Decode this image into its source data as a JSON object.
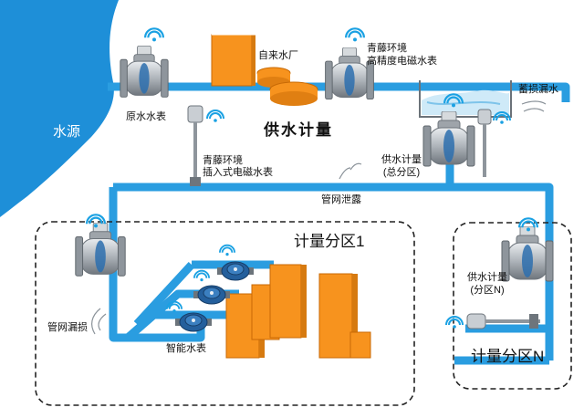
{
  "title": "供水计量",
  "labels": {
    "water_source": "水源",
    "raw_meter": "原水水表",
    "waterworks": "自来水厂",
    "hp_meter_1": "青藤环境",
    "hp_meter_2": "高精度电磁水表",
    "storage_loss": "蓄损漏水",
    "insert_meter_1": "青藤环境",
    "insert_meter_2": "插入式电磁水表",
    "supply_total_1": "供水计量",
    "supply_total_2": "(总分区)",
    "pipe_leak": "管网泄露",
    "zone1": "计量分区1",
    "pipe_loss": "管网漏损",
    "smart_meter": "智能水表",
    "supply_n_1": "供水计量",
    "supply_n_2": "(分区N)",
    "zoneN": "计量分区N"
  },
  "colors": {
    "river": "#1e8fd8",
    "pipe": "#2a9de0",
    "building": "#f7931e",
    "building_stroke": "#c86a05",
    "dashed": "#222222",
    "meter_body": "#b9bec4",
    "meter_face": "#2d6fae",
    "meter_flange": "#8e959c",
    "signal": "#1aa1e3",
    "small_meter": "#245f9c",
    "water": "#cfeaf8"
  },
  "icons": [
    "wireless-signal-icon",
    "electromagnetic-flow-meter-icon",
    "insertion-flow-meter-icon",
    "smart-water-meter-icon",
    "leak-arrow-icon"
  ]
}
